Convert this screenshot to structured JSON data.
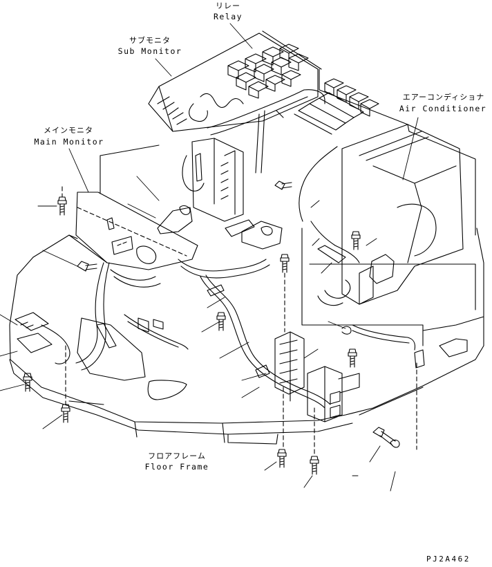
{
  "labels": {
    "relay": {
      "jp": "リレー",
      "en": "Relay"
    },
    "sub_monitor": {
      "jp": "サブモニタ",
      "en": "Sub Monitor"
    },
    "air_conditioner": {
      "jp": "エアーコンディショナ",
      "en": "Air Conditioner"
    },
    "main_monitor": {
      "jp": "メインモニタ",
      "en": "Main Monitor"
    },
    "floor_frame": {
      "jp": "フロアフレーム",
      "en": "Floor Frame"
    }
  },
  "drawing_code": "PJ2A462"
}
